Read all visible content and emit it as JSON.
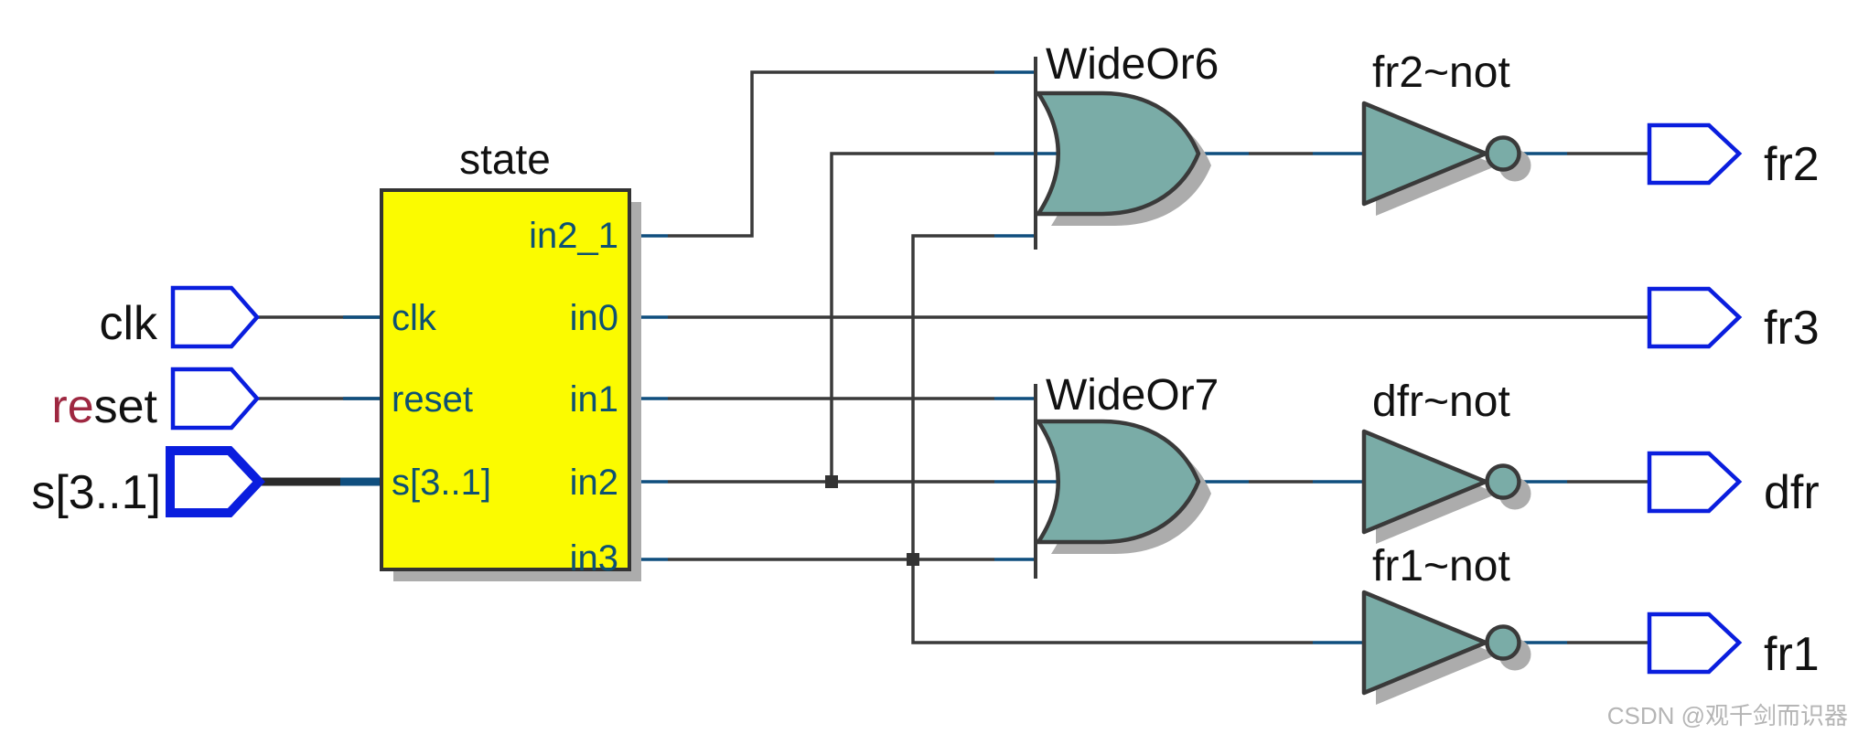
{
  "block": {
    "title": "state",
    "left_ports": {
      "clk": "clk",
      "reset": "reset",
      "s": "s[3..1]"
    },
    "right_ports": {
      "in2_1": "in2_1",
      "in0": "in0",
      "in1": "in1",
      "in2": "in2",
      "in3": "in3"
    }
  },
  "input_pins": {
    "clk": "clk",
    "reset_prefix": "re",
    "reset_suffix": "set",
    "s": "s[3..1]"
  },
  "output_pins": {
    "fr2": "fr2",
    "fr3": "fr3",
    "dfr": "dfr",
    "fr1": "fr1"
  },
  "gates": {
    "or6": "WideOr6",
    "or7": "WideOr7",
    "not_fr2": "fr2~not",
    "not_dfr": "dfr~not",
    "not_fr1": "fr1~not"
  },
  "watermark": "CSDN @观千剑而识器",
  "colors": {
    "block_fill": "#FBFB00",
    "block_border": "#333333",
    "gate_fill": "#7AACA7",
    "gate_border": "#3A3A3A",
    "wire": "#3A3A3A",
    "wire_accent_blue": "#0F4E7E",
    "pin_outline_blue": "#0A1EDE",
    "port_label": "#0D5173",
    "reset_highlight": "#9E2740",
    "shadow": "#ACACAC",
    "watermark_gray": "#B5B5B5"
  }
}
